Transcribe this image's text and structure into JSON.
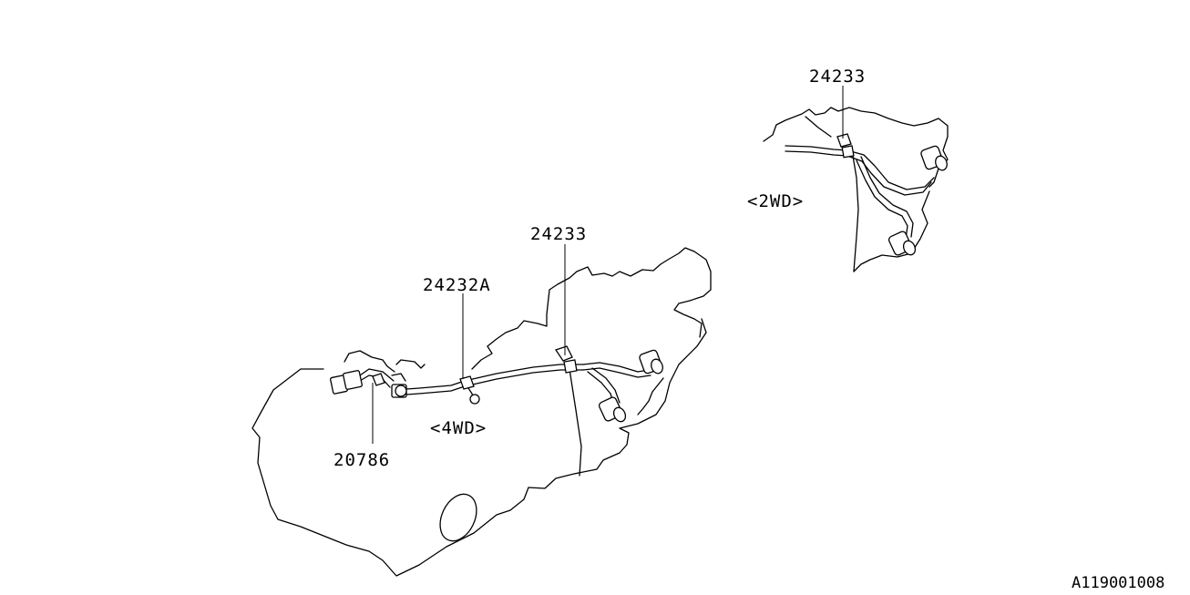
{
  "labels": {
    "part_24233_top": "24233",
    "part_24233_main": "24233",
    "part_24232A": "24232A",
    "part_20786": "20786",
    "variant_2wd": "<2WD>",
    "variant_4wd": "<4WD>"
  },
  "reference": "A119001008"
}
